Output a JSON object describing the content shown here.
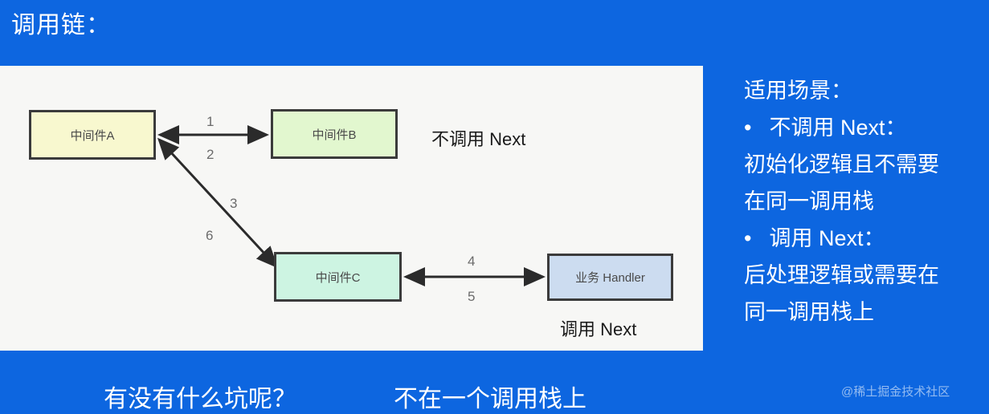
{
  "slide": {
    "background_color": "#0d66e0",
    "title": "调用链："
  },
  "diagram": {
    "panel_background": "#f7f7f5",
    "nodes": [
      {
        "id": "a",
        "label": "中间件A",
        "color": "#f8f8cf"
      },
      {
        "id": "b",
        "label": "中间件B",
        "color": "#e2f7cf"
      },
      {
        "id": "c",
        "label": "中间件C",
        "color": "#cdf4e2"
      },
      {
        "id": "h",
        "label": "业务 Handler",
        "color": "#ccdcf0"
      }
    ],
    "edge_labels": {
      "one": "1",
      "two": "2",
      "three": "3",
      "six": "6",
      "four": "4",
      "five": "5"
    },
    "notes": {
      "no_next": "不调用 Next",
      "call_next": "调用 Next"
    }
  },
  "right_panel": {
    "heading": "适用场景：",
    "bullets": [
      {
        "marker": "•",
        "title": "不调用 Next：",
        "detail_lines": [
          "初始化逻辑且不需要",
          "在同一调用栈"
        ]
      },
      {
        "marker": "•",
        "title": "调用 Next：",
        "detail_lines": [
          "后处理逻辑或需要在",
          "同一调用栈上"
        ]
      }
    ]
  },
  "bottom": {
    "question": "有没有什么坑呢？",
    "answer": "不在一个调用栈上"
  },
  "watermark": "@稀土掘金技术社区"
}
